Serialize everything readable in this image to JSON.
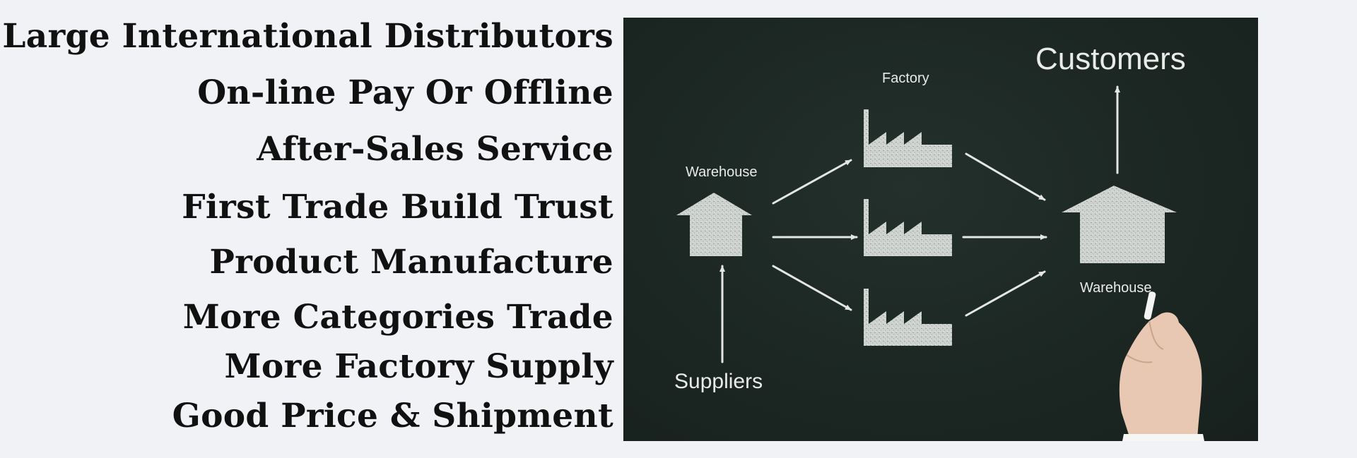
{
  "features": [
    "Large International Distributors",
    "On-line Pay Or Offline",
    "After-Sales Service",
    "First Trade Build Trust",
    "Product Manufacture",
    "More Categories Trade",
    "More Factory Supply",
    "Good Price & Shipment"
  ],
  "board": {
    "customers": "Customers",
    "factory": "Factory",
    "warehouse_left": "Warehouse",
    "warehouse_right": "Warehouse",
    "suppliers": "Suppliers"
  },
  "colors": {
    "background": "#f1f2f6",
    "board": "#1c2723",
    "chalk": "#e8ebe8",
    "text": "#111111"
  },
  "icons": [
    "warehouse-icon",
    "factory-icon",
    "arrow-icon",
    "hand-with-chalk"
  ]
}
